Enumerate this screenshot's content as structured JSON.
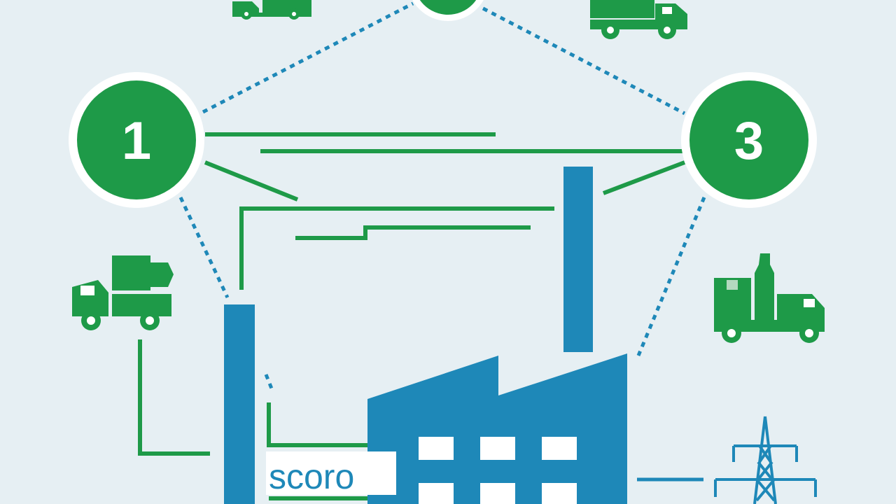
{
  "nodes": [
    {
      "label": "1"
    },
    {
      "label": "3"
    }
  ],
  "factory_sign": {
    "text": "scoro"
  },
  "colors": {
    "background": "#e6eff3",
    "green": "#1e9a48",
    "blue": "#1e88b8",
    "white": "#ffffff"
  },
  "icons": [
    "truck-icon",
    "delivery-truck-icon",
    "cargo-truck-icon",
    "bottle-cargo-truck-icon",
    "factory-icon",
    "power-pylon-icon"
  ]
}
